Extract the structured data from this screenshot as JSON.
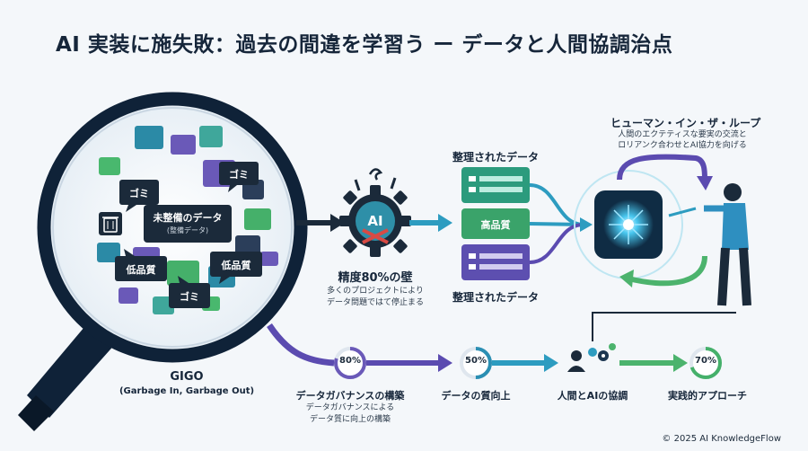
{
  "title": "AI 実装に施失敗：過去の間違を学習う ー データと人間協調治点",
  "magnifier": {
    "center_label": "未整備のデータ",
    "center_sub": "(整備データ)",
    "bubbles": [
      "ゴミ",
      "ゴミ",
      "ゴミ",
      "低品質",
      "低品質"
    ],
    "gigo_title": "GIGO",
    "gigo_sub": "(Garbage In, Garbage Out)"
  },
  "ai_gear": {
    "label": "AI",
    "wall_title": "精度80%の壁",
    "wall_desc": [
      "多くのプロジェクトにより",
      "データ問題ではて停止まる"
    ]
  },
  "data_stack": {
    "top_label": "整理されたデータ",
    "middle_label": "高品質",
    "bottom_label": "整理されたデータ"
  },
  "hitl": {
    "title": "ヒューマン・イン・ザ・ループ",
    "desc": [
      "人間のエクテティスな要実の交流と",
      "ロリアンク合わせとAI協力を向げる"
    ]
  },
  "steps": [
    {
      "percent": "80%",
      "value": 0.8,
      "title": "データガバナンスの構築",
      "desc": [
        "データガバナンスによる",
        "データ質に向上の構築"
      ],
      "color": "#6a59b8"
    },
    {
      "percent": "50%",
      "value": 0.5,
      "title": "データの質向上",
      "desc": [],
      "color": "#2b8fb3"
    },
    {
      "icon": "people-gears-icon",
      "title": "人間とAIの協調",
      "desc": [],
      "color": "#1b3550"
    },
    {
      "percent": "70%",
      "value": 0.7,
      "title": "実践的アプローチ",
      "desc": [],
      "color": "#45b06a"
    }
  ],
  "footer": "© 2025 AI KnowledgeFlow"
}
